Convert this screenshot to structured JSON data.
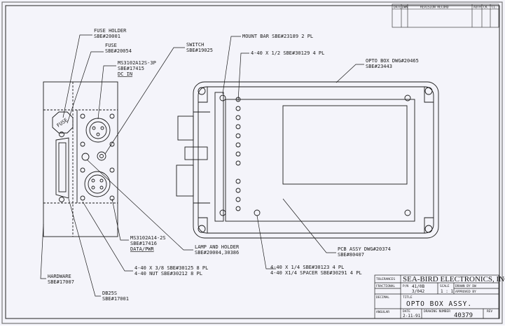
{
  "callouts": {
    "fuse_holder": [
      "FUSE HOLDER",
      "SBE#20001"
    ],
    "fuse": [
      "FUSE",
      "SBE#20054"
    ],
    "ms3102a12": [
      "MS3102A12S-3P",
      "SBE#17415",
      "DC IN"
    ],
    "switch": [
      "SWITCH",
      "SBE#19025"
    ],
    "mount_bar": [
      "MOUNT BAR SBE#23189 2 PL"
    ],
    "screw_4_40_half": [
      "4-40 X 1/2 SBE#30129 4 PL"
    ],
    "opto_box": [
      "OPTO BOX DWG#20465",
      "SBE#23443"
    ],
    "ms3102a14": [
      "MS3102A14-2S",
      "SBE#17416",
      "DATA/PWR"
    ],
    "lamp_holder": [
      "LAMP AND HOLDER",
      "SBE#20004,30386"
    ],
    "pcb_assy": [
      "PCB ASSY DWG#20374",
      "SBE#80407"
    ],
    "screw_3_8": [
      "4-40 X 3/8 SBE#30125 8 PL",
      "4-40 NUT SBE#30212 8 PL"
    ],
    "screw_1_4": [
      "4-40 X 1/4 SBE#30123 4 PL",
      "4-40 X1/4 SPACER SBE#30291 4 PL"
    ],
    "hardware": [
      "HARDWARE",
      "SBE#17007"
    ],
    "db25s": [
      "DB25S",
      "SBE#17001"
    ],
    "fuse_mark": "FUSE"
  },
  "revision_block": {
    "headers": [
      "DATE",
      "DWN",
      "REVISION RECORD",
      "AUTH.",
      "CK.",
      "CL."
    ]
  },
  "title_block": {
    "tolerances": "TOLERANCES",
    "company": "SEA-BIRD ELECTRONICS, INC",
    "fractional": "FRACTIONAL",
    "pn_label": "P/N",
    "pn_value": "41/0B",
    "pn_value2": "3/042",
    "scale_label": "SCALE",
    "scale_value": "1 : 1",
    "drawn_by": "DRAWN BY DW",
    "approved_by": "APPROVED BY",
    "decimal": "DECIMAL",
    "title_label": "TITLE",
    "title": "OPTO BOX ASSY.",
    "angular": "ANGULAR",
    "date_label": "DATE",
    "date_value": "2-11-91",
    "drawing_number_label": "DRAWING NUMBER",
    "drawing_number": "40379",
    "rev_label": "REV"
  },
  "colors": {
    "paper": "#f4f4fa",
    "ink": "#1a1a1a",
    "border": "#5a5a5a"
  }
}
